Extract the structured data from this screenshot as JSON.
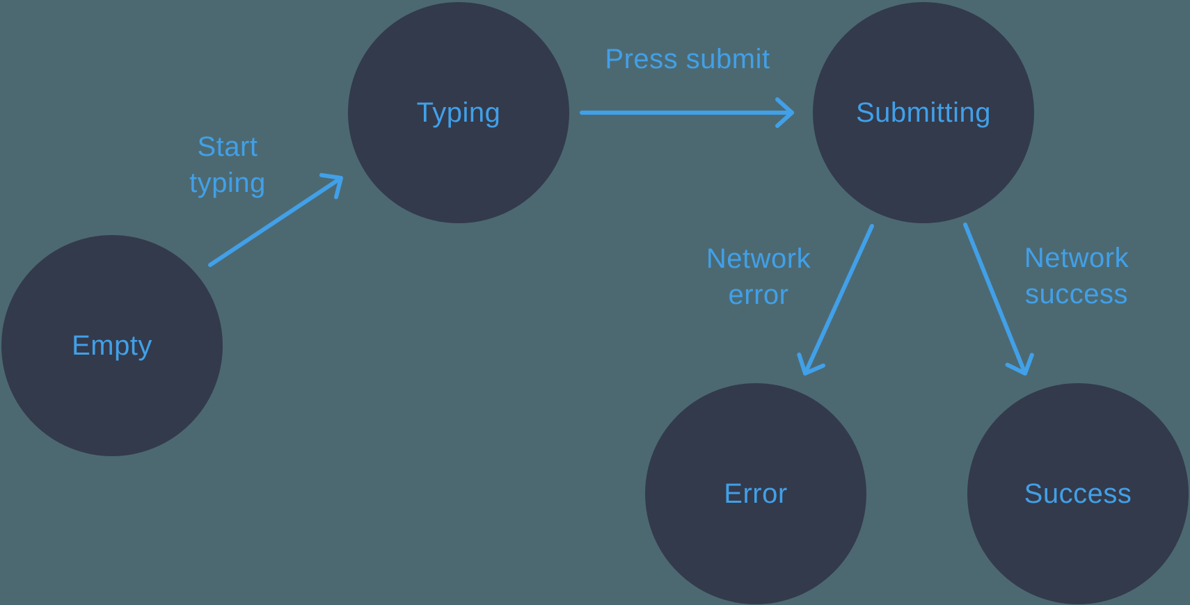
{
  "diagram": {
    "kind": "state-machine",
    "colors": {
      "background": "#4C6972",
      "node_fill": "#333A4B",
      "accent": "#41A0E8"
    },
    "states": [
      {
        "id": "empty",
        "label": "Empty"
      },
      {
        "id": "typing",
        "label": "Typing"
      },
      {
        "id": "submitting",
        "label": "Submitting"
      },
      {
        "id": "error",
        "label": "Error"
      },
      {
        "id": "success",
        "label": "Success"
      }
    ],
    "transitions": [
      {
        "id": "start-typing",
        "label": "Start typing",
        "from": "Empty",
        "to": "Typing"
      },
      {
        "id": "press-submit",
        "label": "Press submit",
        "from": "Typing",
        "to": "Submitting"
      },
      {
        "id": "network-error",
        "label": "Network error",
        "from": "Submitting",
        "to": "Error"
      },
      {
        "id": "network-success",
        "label": "Network success",
        "from": "Submitting",
        "to": "Success"
      }
    ]
  }
}
